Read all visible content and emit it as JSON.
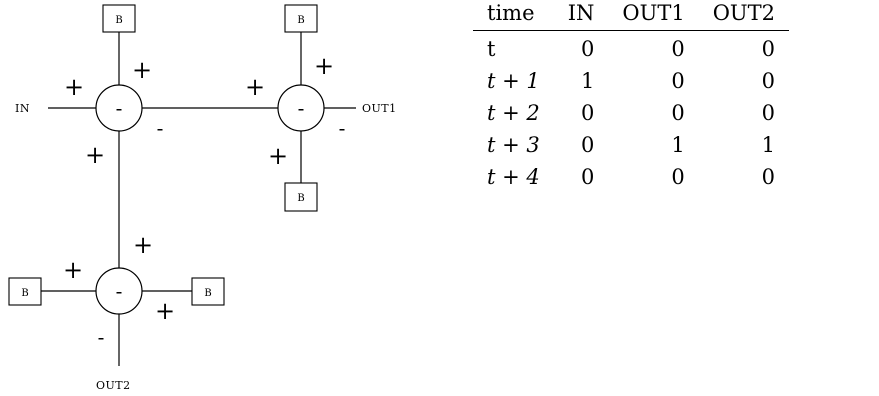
{
  "diagram": {
    "input_label": "IN",
    "output1_label": "OUT1",
    "output2_label": "OUT2",
    "box_label": "B",
    "plus": "+",
    "minus": "-",
    "node_sign": "-"
  },
  "table": {
    "headers": [
      "time",
      "IN",
      "OUT1",
      "OUT2"
    ],
    "rows": [
      [
        "t",
        "0",
        "0",
        "0"
      ],
      [
        "t + 1",
        "1",
        "0",
        "0"
      ],
      [
        "t + 2",
        "0",
        "0",
        "0"
      ],
      [
        "t + 3",
        "0",
        "1",
        "1"
      ],
      [
        "t + 4",
        "0",
        "0",
        "0"
      ]
    ]
  }
}
